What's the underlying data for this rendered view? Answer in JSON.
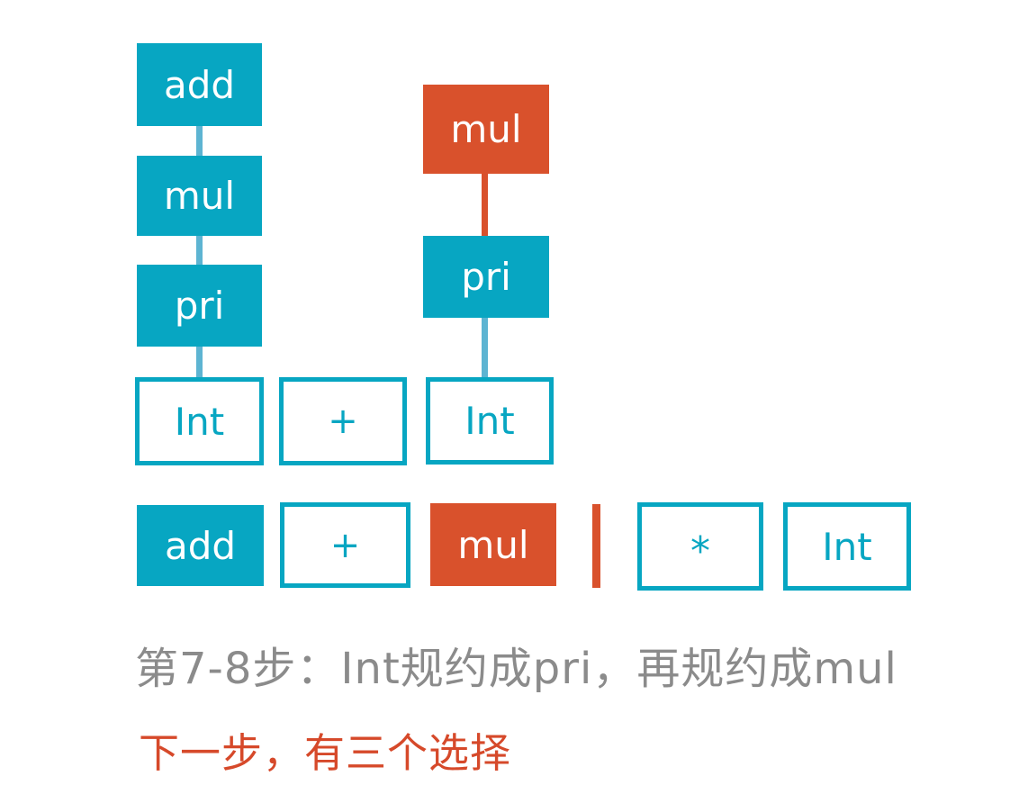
{
  "palette": {
    "teal": "#07a6c2",
    "orange": "#d9512c",
    "connector_blue": "#5db4d2",
    "caption_gray": "#8b8b8b",
    "caption_orange": "#d6492a",
    "white": "#ffffff"
  },
  "left_stack": {
    "add": "add",
    "mul": "mul",
    "pri": "pri",
    "int": "Int"
  },
  "middle_row": {
    "plus": "+",
    "int": "Int"
  },
  "right_stack": {
    "mul": "mul",
    "pri": "pri"
  },
  "bottom_row": {
    "add": "add",
    "plus": "+",
    "mul": "mul",
    "star": "*",
    "int": "Int"
  },
  "captions": {
    "step": "第7-8步：Int规约成pri，再规约成mul",
    "next": "下一步，有三个选择"
  }
}
